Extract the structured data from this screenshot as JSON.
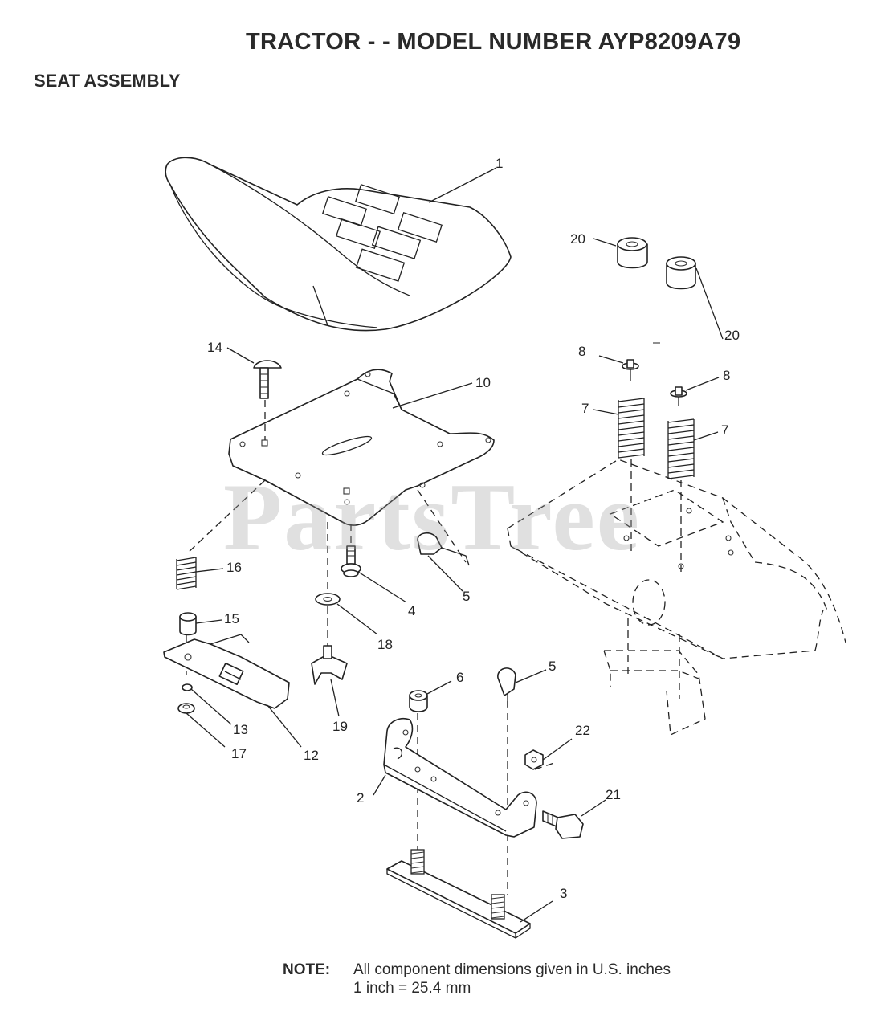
{
  "header": {
    "title": "TRACTOR - - MODEL NUMBER AYP8209A79",
    "section": "SEAT ASSEMBLY"
  },
  "watermark": "PartsTree",
  "callouts": {
    "p1": "1",
    "p2": "2",
    "p3": "3",
    "p4": "4",
    "p5a": "5",
    "p5b": "5",
    "p6": "6",
    "p7a": "7",
    "p7b": "7",
    "p8a": "8",
    "p8b": "8",
    "p10": "10",
    "p12": "12",
    "p13": "13",
    "p14": "14",
    "p15": "15",
    "p16": "16",
    "p17": "17",
    "p18": "18",
    "p19": "19",
    "p20a": "20",
    "p20b": "20",
    "p21": "21",
    "p22": "22"
  },
  "note": {
    "label": "NOTE:",
    "line1": "All component dimensions given in U.S. inches",
    "line2": "1 inch = 25.4 mm"
  }
}
